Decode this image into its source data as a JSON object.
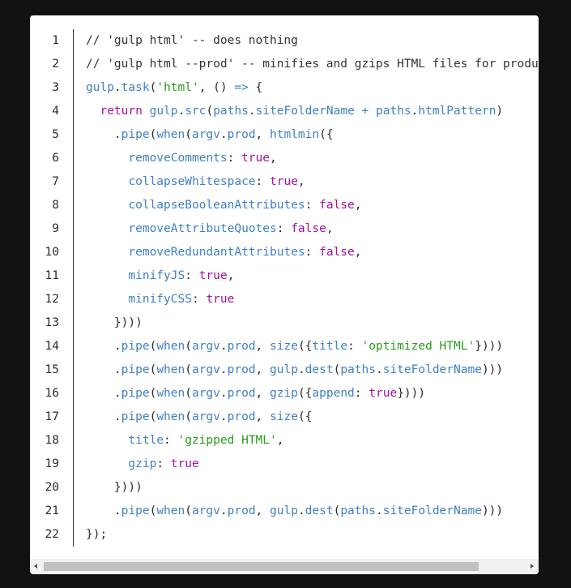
{
  "line_numbers": [
    "1",
    "2",
    "3",
    "4",
    "5",
    "6",
    "7",
    "8",
    "9",
    "10",
    "11",
    "12",
    "13",
    "14",
    "15",
    "16",
    "17",
    "18",
    "19",
    "20",
    "21",
    "22"
  ],
  "code_lines": [
    [
      [
        "com",
        "// 'gulp html' -- does nothing"
      ]
    ],
    [
      [
        "com",
        "// 'gulp html --prod' -- minifies and gzips HTML files for production"
      ]
    ],
    [
      [
        "id",
        "gulp"
      ],
      [
        "pun",
        "."
      ],
      [
        "id",
        "task"
      ],
      [
        "pun",
        "("
      ],
      [
        "str",
        "'html'"
      ],
      [
        "pun",
        ", () "
      ],
      [
        "op",
        "=>"
      ],
      [
        "pun",
        " {"
      ]
    ],
    [
      [
        "ws",
        "  "
      ],
      [
        "kw",
        "return"
      ],
      [
        "pun",
        " "
      ],
      [
        "id",
        "gulp"
      ],
      [
        "pun",
        "."
      ],
      [
        "id",
        "src"
      ],
      [
        "pun",
        "("
      ],
      [
        "id",
        "paths"
      ],
      [
        "pun",
        "."
      ],
      [
        "id",
        "siteFolderName"
      ],
      [
        "pun",
        " "
      ],
      [
        "op",
        "+"
      ],
      [
        "pun",
        " "
      ],
      [
        "id",
        "paths"
      ],
      [
        "pun",
        "."
      ],
      [
        "id",
        "htmlPattern"
      ],
      [
        "pun",
        ")"
      ]
    ],
    [
      [
        "ws",
        "    "
      ],
      [
        "pun",
        "."
      ],
      [
        "id",
        "pipe"
      ],
      [
        "pun",
        "("
      ],
      [
        "id",
        "when"
      ],
      [
        "pun",
        "("
      ],
      [
        "id",
        "argv"
      ],
      [
        "pun",
        "."
      ],
      [
        "id",
        "prod"
      ],
      [
        "pun",
        ", "
      ],
      [
        "id",
        "htmlmin"
      ],
      [
        "pun",
        "({"
      ]
    ],
    [
      [
        "ws",
        "      "
      ],
      [
        "id",
        "removeComments"
      ],
      [
        "pun",
        ": "
      ],
      [
        "kw",
        "true"
      ],
      [
        "pun",
        ","
      ]
    ],
    [
      [
        "ws",
        "      "
      ],
      [
        "id",
        "collapseWhitespace"
      ],
      [
        "pun",
        ": "
      ],
      [
        "kw",
        "true"
      ],
      [
        "pun",
        ","
      ]
    ],
    [
      [
        "ws",
        "      "
      ],
      [
        "id",
        "collapseBooleanAttributes"
      ],
      [
        "pun",
        ": "
      ],
      [
        "kw",
        "false"
      ],
      [
        "pun",
        ","
      ]
    ],
    [
      [
        "ws",
        "      "
      ],
      [
        "id",
        "removeAttributeQuotes"
      ],
      [
        "pun",
        ": "
      ],
      [
        "kw",
        "false"
      ],
      [
        "pun",
        ","
      ]
    ],
    [
      [
        "ws",
        "      "
      ],
      [
        "id",
        "removeRedundantAttributes"
      ],
      [
        "pun",
        ": "
      ],
      [
        "kw",
        "false"
      ],
      [
        "pun",
        ","
      ]
    ],
    [
      [
        "ws",
        "      "
      ],
      [
        "id",
        "minifyJS"
      ],
      [
        "pun",
        ": "
      ],
      [
        "kw",
        "true"
      ],
      [
        "pun",
        ","
      ]
    ],
    [
      [
        "ws",
        "      "
      ],
      [
        "id",
        "minifyCSS"
      ],
      [
        "pun",
        ": "
      ],
      [
        "kw",
        "true"
      ]
    ],
    [
      [
        "ws",
        "    "
      ],
      [
        "pun",
        "})))"
      ]
    ],
    [
      [
        "ws",
        "    "
      ],
      [
        "pun",
        "."
      ],
      [
        "id",
        "pipe"
      ],
      [
        "pun",
        "("
      ],
      [
        "id",
        "when"
      ],
      [
        "pun",
        "("
      ],
      [
        "id",
        "argv"
      ],
      [
        "pun",
        "."
      ],
      [
        "id",
        "prod"
      ],
      [
        "pun",
        ", "
      ],
      [
        "id",
        "size"
      ],
      [
        "pun",
        "({"
      ],
      [
        "id",
        "title"
      ],
      [
        "pun",
        ": "
      ],
      [
        "str",
        "'optimized HTML'"
      ],
      [
        "pun",
        "})))"
      ]
    ],
    [
      [
        "ws",
        "    "
      ],
      [
        "pun",
        "."
      ],
      [
        "id",
        "pipe"
      ],
      [
        "pun",
        "("
      ],
      [
        "id",
        "when"
      ],
      [
        "pun",
        "("
      ],
      [
        "id",
        "argv"
      ],
      [
        "pun",
        "."
      ],
      [
        "id",
        "prod"
      ],
      [
        "pun",
        ", "
      ],
      [
        "id",
        "gulp"
      ],
      [
        "pun",
        "."
      ],
      [
        "id",
        "dest"
      ],
      [
        "pun",
        "("
      ],
      [
        "id",
        "paths"
      ],
      [
        "pun",
        "."
      ],
      [
        "id",
        "siteFolderName"
      ],
      [
        "pun",
        ")))"
      ]
    ],
    [
      [
        "ws",
        "    "
      ],
      [
        "pun",
        "."
      ],
      [
        "id",
        "pipe"
      ],
      [
        "pun",
        "("
      ],
      [
        "id",
        "when"
      ],
      [
        "pun",
        "("
      ],
      [
        "id",
        "argv"
      ],
      [
        "pun",
        "."
      ],
      [
        "id",
        "prod"
      ],
      [
        "pun",
        ", "
      ],
      [
        "id",
        "gzip"
      ],
      [
        "pun",
        "({"
      ],
      [
        "id",
        "append"
      ],
      [
        "pun",
        ": "
      ],
      [
        "kw",
        "true"
      ],
      [
        "pun",
        "})))"
      ]
    ],
    [
      [
        "ws",
        "    "
      ],
      [
        "pun",
        "."
      ],
      [
        "id",
        "pipe"
      ],
      [
        "pun",
        "("
      ],
      [
        "id",
        "when"
      ],
      [
        "pun",
        "("
      ],
      [
        "id",
        "argv"
      ],
      [
        "pun",
        "."
      ],
      [
        "id",
        "prod"
      ],
      [
        "pun",
        ", "
      ],
      [
        "id",
        "size"
      ],
      [
        "pun",
        "({"
      ]
    ],
    [
      [
        "ws",
        "      "
      ],
      [
        "id",
        "title"
      ],
      [
        "pun",
        ": "
      ],
      [
        "str",
        "'gzipped HTML'"
      ],
      [
        "pun",
        ","
      ]
    ],
    [
      [
        "ws",
        "      "
      ],
      [
        "id",
        "gzip"
      ],
      [
        "pun",
        ": "
      ],
      [
        "kw",
        "true"
      ]
    ],
    [
      [
        "ws",
        "    "
      ],
      [
        "pun",
        "})))"
      ]
    ],
    [
      [
        "ws",
        "    "
      ],
      [
        "pun",
        "."
      ],
      [
        "id",
        "pipe"
      ],
      [
        "pun",
        "("
      ],
      [
        "id",
        "when"
      ],
      [
        "pun",
        "("
      ],
      [
        "id",
        "argv"
      ],
      [
        "pun",
        "."
      ],
      [
        "id",
        "prod"
      ],
      [
        "pun",
        ", "
      ],
      [
        "id",
        "gulp"
      ],
      [
        "pun",
        "."
      ],
      [
        "id",
        "dest"
      ],
      [
        "pun",
        "("
      ],
      [
        "id",
        "paths"
      ],
      [
        "pun",
        "."
      ],
      [
        "id",
        "siteFolderName"
      ],
      [
        "pun",
        ")))"
      ]
    ],
    [
      [
        "pun",
        "});"
      ]
    ]
  ],
  "colors": {
    "background": "#141111",
    "panel": "#ffffff",
    "identifier": "#3f7fc6",
    "keyword": "#a3119e",
    "string": "#2a9b1d",
    "comment": "#333333"
  },
  "scrollbar": {
    "left_icon": "chevron-left-icon",
    "right_icon": "chevron-right-icon"
  }
}
